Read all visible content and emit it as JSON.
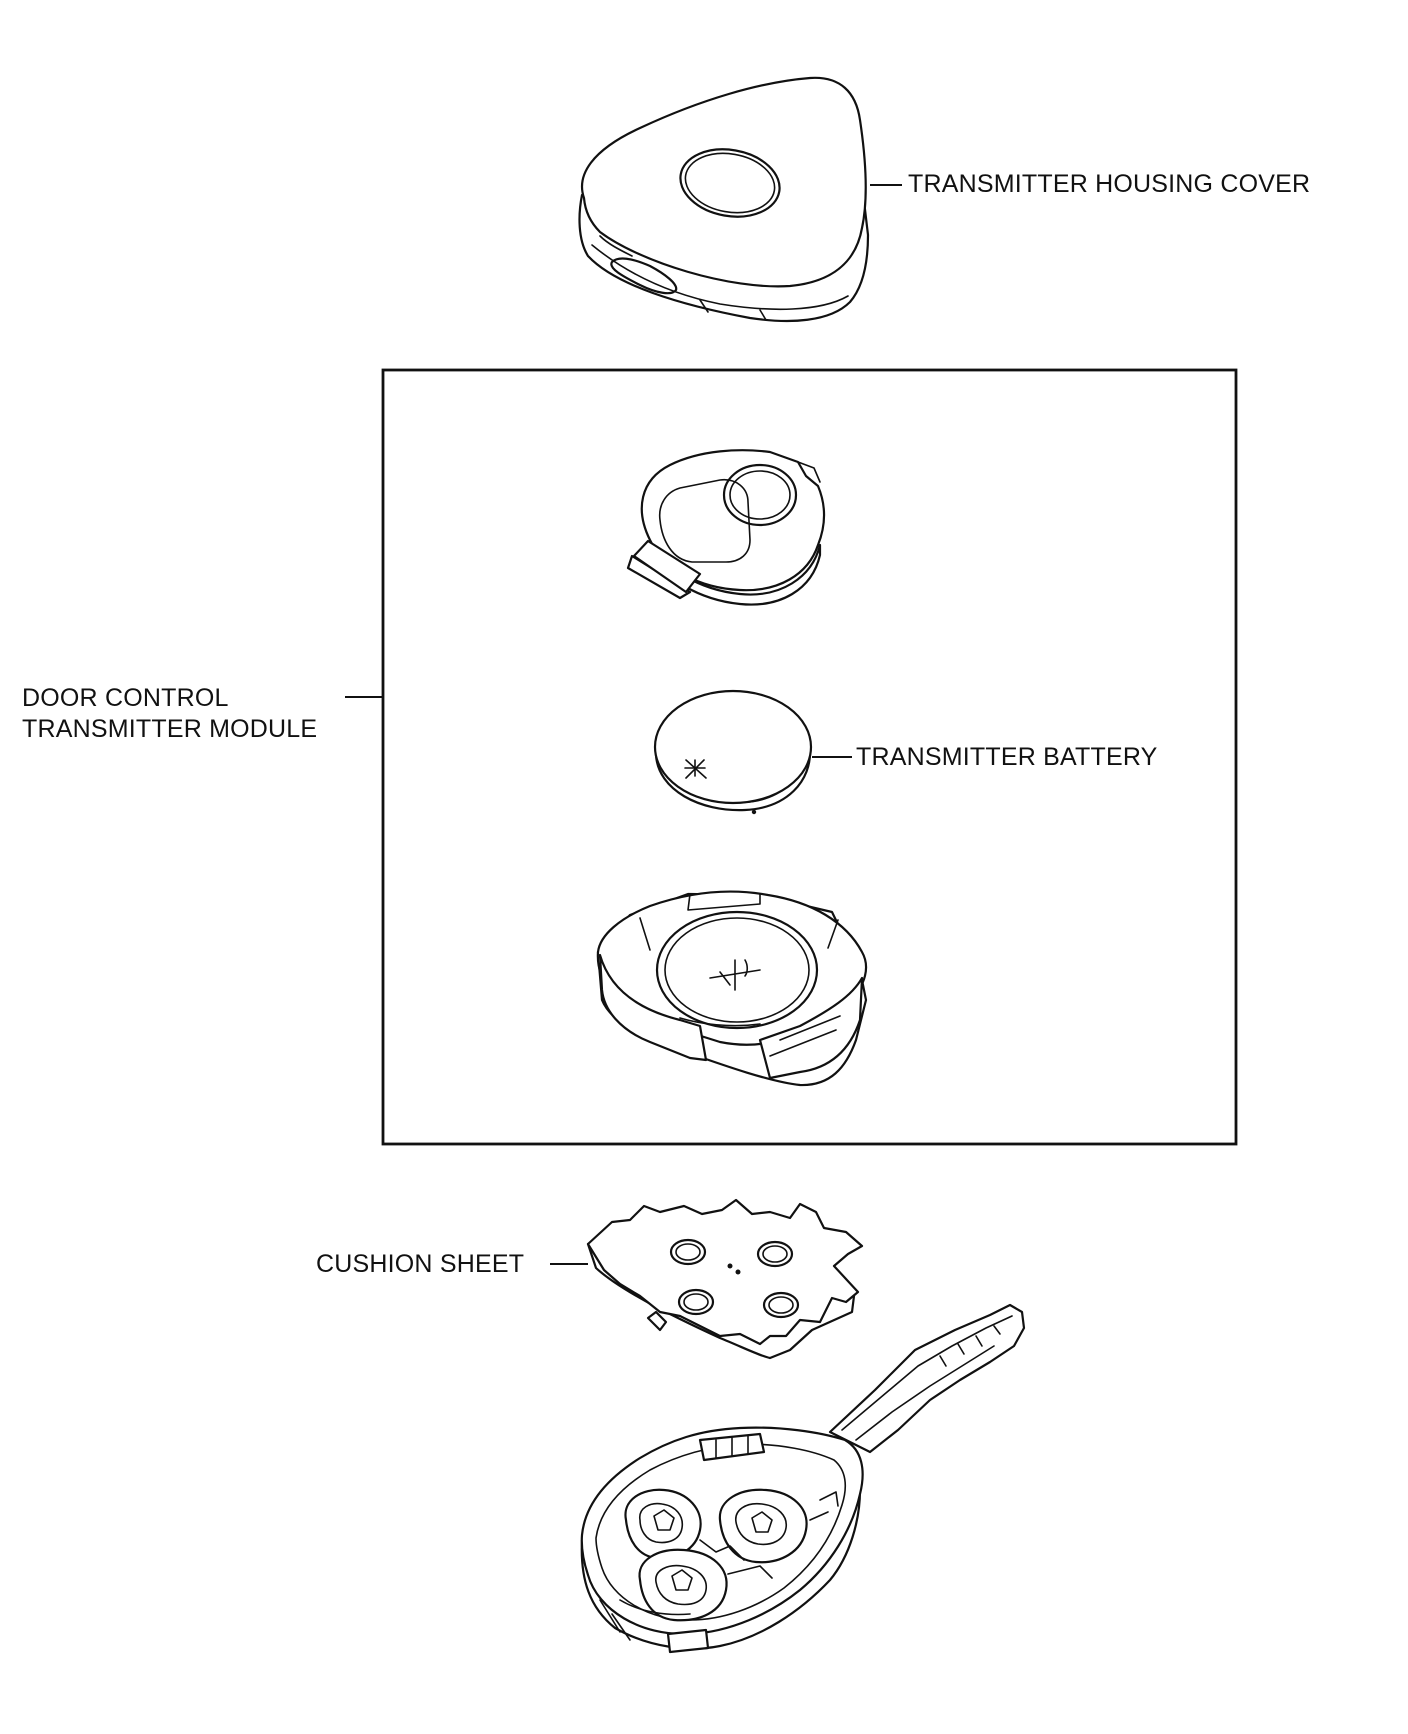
{
  "labels": {
    "housing_cover": "TRANSMITTER HOUSING COVER",
    "module_line1": "DOOR CONTROL",
    "module_line2": "TRANSMITTER MODULE",
    "battery": "TRANSMITTER BATTERY",
    "cushion_sheet": "CUSHION SHEET"
  }
}
